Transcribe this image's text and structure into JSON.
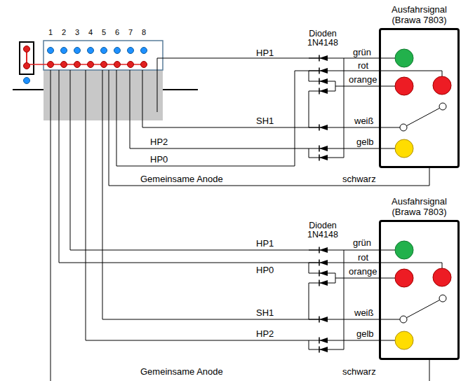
{
  "diagram": {
    "nodes": [
      {
        "text": [
          "Ausfahrsignal (Brawa 7803)"
        ]
      },
      {
        "text": [
          "Ausfahrsignal (Brawa 7803)"
        ]
      }
    ],
    "labels": [
      "1",
      "2",
      "3",
      "4",
      "5",
      "6",
      "7",
      "8",
      "Dioden 1N4148",
      "HP1",
      "grün",
      "rot",
      "orange",
      "SH1",
      "weiß",
      "HP2",
      "gelb",
      "HP0",
      "Gemeinsame Anode",
      "schwarz",
      "Dioden 1N4148",
      "HP1",
      "grün",
      "rot",
      "HP0",
      "orange",
      "SH1",
      "weiß",
      "HP2",
      "gelb",
      "Gemeinsame Anode",
      "schwarz"
    ]
  }
}
